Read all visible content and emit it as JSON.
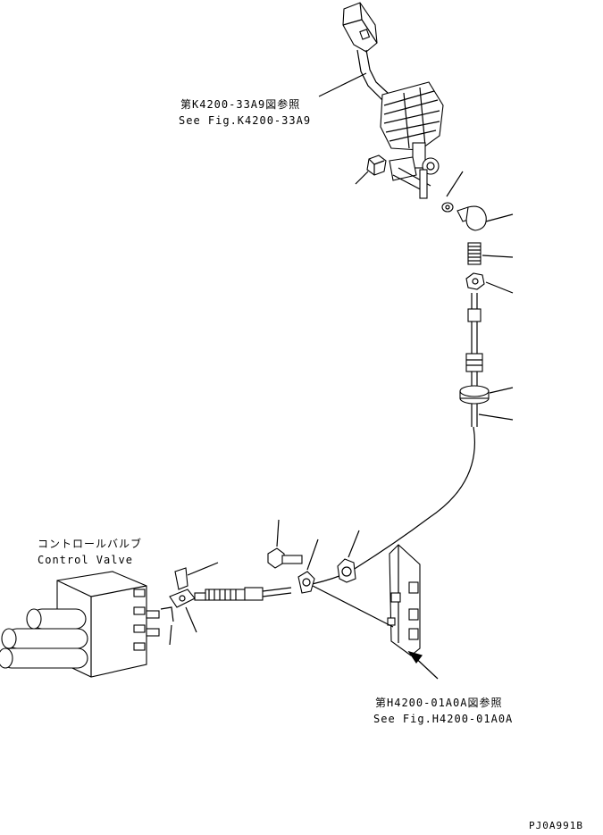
{
  "labels": {
    "lever_ref_jp": "第K4200-33A9図参照",
    "lever_ref_en": "See Fig.K4200-33A9",
    "valve_jp": "コントロールバルブ",
    "valve_en": "Control Valve",
    "bracket_ref_jp": "第H4200-01A0A図参照",
    "bracket_ref_en": "See Fig.H4200-01A0A",
    "drawing_code": "PJ0A991B"
  }
}
